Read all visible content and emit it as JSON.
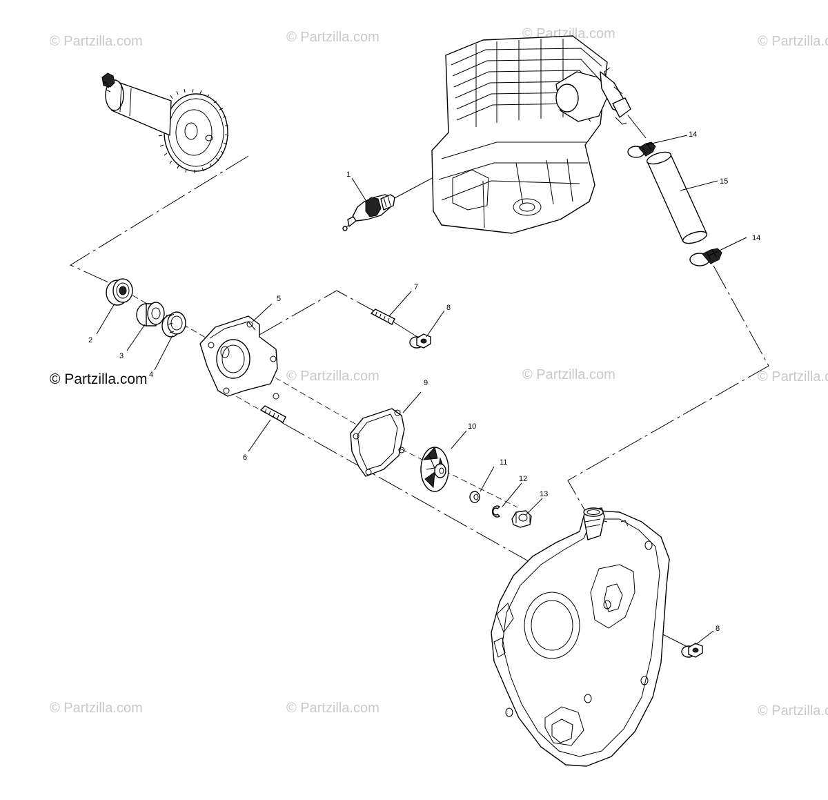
{
  "watermark": {
    "faint_text": "© Partzilla.com",
    "main_text": "© Partzilla.com",
    "faint_color": "#c9c9c9",
    "main_color": "#111111"
  },
  "callouts": {
    "c1": "1",
    "c2": "2",
    "c3": "3",
    "c4": "4",
    "c5": "5",
    "c6": "6",
    "c7": "7",
    "c8a": "8",
    "c8b": "8",
    "c9": "9",
    "c10": "10",
    "c11": "11",
    "c12": "12",
    "c13": "13",
    "c14a": "14",
    "c14b": "14",
    "c15": "15"
  },
  "parts": [
    {
      "ref": "1",
      "icon": "temperature-sensor-icon"
    },
    {
      "ref": "2",
      "icon": "ball-bearing-icon"
    },
    {
      "ref": "3",
      "icon": "bushing-icon"
    },
    {
      "ref": "4",
      "icon": "oil-seal-icon"
    },
    {
      "ref": "5",
      "icon": "pump-housing-icon"
    },
    {
      "ref": "6",
      "icon": "stud-icon"
    },
    {
      "ref": "7",
      "icon": "stud-icon"
    },
    {
      "ref": "8",
      "icon": "flange-nut-icon"
    },
    {
      "ref": "9",
      "icon": "gasket-icon"
    },
    {
      "ref": "10",
      "icon": "impeller-icon"
    },
    {
      "ref": "11",
      "icon": "washer-icon"
    },
    {
      "ref": "12",
      "icon": "snap-ring-icon"
    },
    {
      "ref": "13",
      "icon": "nut-icon"
    },
    {
      "ref": "14",
      "icon": "hose-clamp-icon"
    },
    {
      "ref": "15",
      "icon": "coolant-hose-icon"
    }
  ]
}
